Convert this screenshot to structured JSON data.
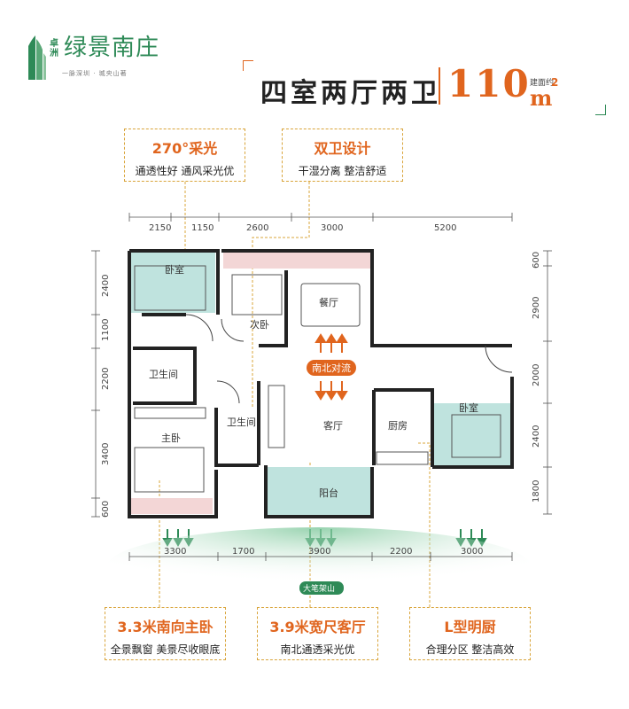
{
  "logo": {
    "small": "卓洲",
    "title": "绿景南庄",
    "subtitle": "一脉深圳 · 城央山著"
  },
  "header": {
    "title": "四室两厅两卫",
    "area_value": "110",
    "area_label": "建面约",
    "unit": "m",
    "unit_sup": "2"
  },
  "callouts": {
    "lighting": {
      "title": "270°采光",
      "desc": "通透性好 通风采光优"
    },
    "bath": {
      "title": "双卫设计",
      "desc": "干湿分离 整洁舒适"
    },
    "master": {
      "title": "3.3米南向主卧",
      "desc": "全景飘窗 美景尽收眼底"
    },
    "living": {
      "title": "3.9米宽尺客厅",
      "desc": "南北通透采光优"
    },
    "kitchen": {
      "title": "L型明厨",
      "desc": "合理分区 整洁高效"
    }
  },
  "rooms": {
    "bedroom_nw": "卧室",
    "second_bedroom": "次卧",
    "dining": "餐厅",
    "bathroom_w": "卫生间",
    "bathroom_c": "卫生间",
    "master": "主卧",
    "living": "客厅",
    "kitchen": "厨房",
    "bedroom_e": "卧室",
    "balcony": "阳台"
  },
  "badges": {
    "ns_flow": "南北对流",
    "mountain": "大笔架山"
  },
  "dims": {
    "top": [
      "2150",
      "1150",
      "2600",
      "3000",
      "5200"
    ],
    "bottom": [
      "3300",
      "1700",
      "3900",
      "2200",
      "3000"
    ],
    "left": [
      "2400",
      "1100",
      "2200",
      "3400",
      "600"
    ],
    "right": [
      "600",
      "2900",
      "2000",
      "2400",
      "1800"
    ]
  },
  "colors": {
    "accent": "#e0651e",
    "room_green": "#bfe3de",
    "window_pink": "#f3d6d6",
    "brand_green": "#2e8a57"
  }
}
